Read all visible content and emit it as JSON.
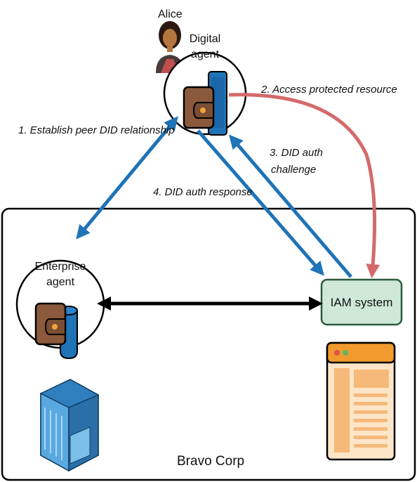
{
  "actors": {
    "alice": "Alice",
    "digital_agent_line1": "Digital",
    "digital_agent_line2": "agent",
    "enterprise_agent_line1": "Enterprise",
    "enterprise_agent_line2": "agent",
    "iam_system": "IAM system",
    "organization": "Bravo Corp"
  },
  "steps": {
    "step1": "1. Establish peer DID relationship",
    "step2": "2. Access protected resource",
    "step3_line1": "3. DID auth",
    "step3_line2": "challenge",
    "step4": "4. DID auth response"
  },
  "colors": {
    "blue_arrow": "#1f73b7",
    "red_arrow": "#d46a6a",
    "iam_fill": "#cfe8d8",
    "iam_stroke": "#2e5a3f",
    "wallet": "#8b5a3c",
    "browser_bar": "#f29a2e",
    "browser_body": "#f5c89a"
  },
  "icons": [
    "person-icon",
    "wallet-icon",
    "phone-icon",
    "database-icon",
    "building-icon",
    "browser-window-icon"
  ]
}
